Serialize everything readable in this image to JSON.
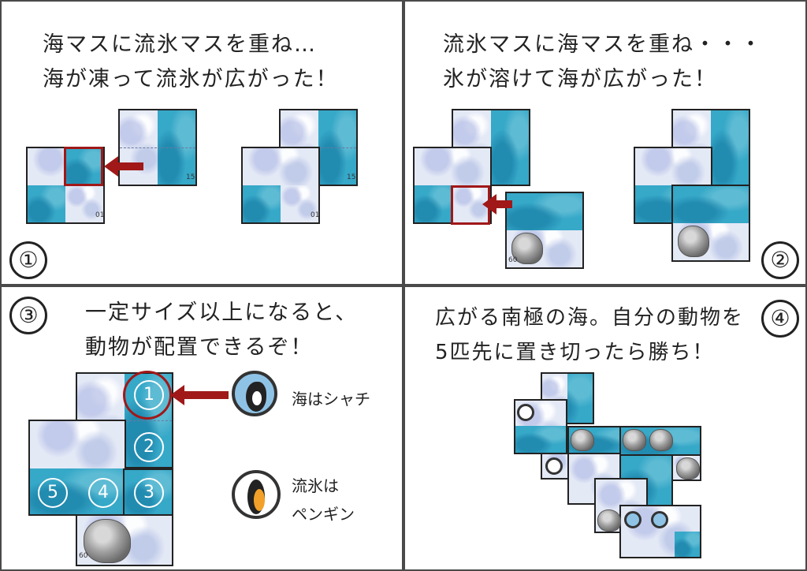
{
  "panel1": {
    "caption_line1": "海マスに流氷マスを重ね…",
    "caption_line2": "海が凍って流氷が広がった！",
    "step_number": "①"
  },
  "panel2": {
    "caption_line1": "流氷マスに海マスを重ね・・・",
    "caption_line2": "氷が溶けて海が広がった！",
    "step_number": "②"
  },
  "panel3": {
    "caption_line1": "一定サイズ以上になると、",
    "caption_line2": "動物が配置できるぞ！",
    "step_number": "③",
    "sea_label": "海はシャチ",
    "ice_label_line1": "流氷は",
    "ice_label_line2": "ペンギン",
    "region_numbers": [
      "1",
      "2",
      "3",
      "4",
      "5"
    ]
  },
  "panel4": {
    "caption_line1": "広がる南極の海。自分の動物を",
    "caption_line2": "5匹先に置き切ったら勝ち！",
    "step_number": "④"
  },
  "tile_ids": {
    "a": "15",
    "b": "01",
    "c": "60"
  },
  "icons": {
    "snowflake": "snowflake-icon",
    "wave": "wave-icon",
    "orca": "orca-icon",
    "penguin": "penguin-icon",
    "arrow": "arrow-left-icon"
  },
  "colors": {
    "sea": "#36a8c8",
    "ice": "#e4e9f6",
    "accent": "#a01818",
    "border": "#4a4a4a"
  }
}
